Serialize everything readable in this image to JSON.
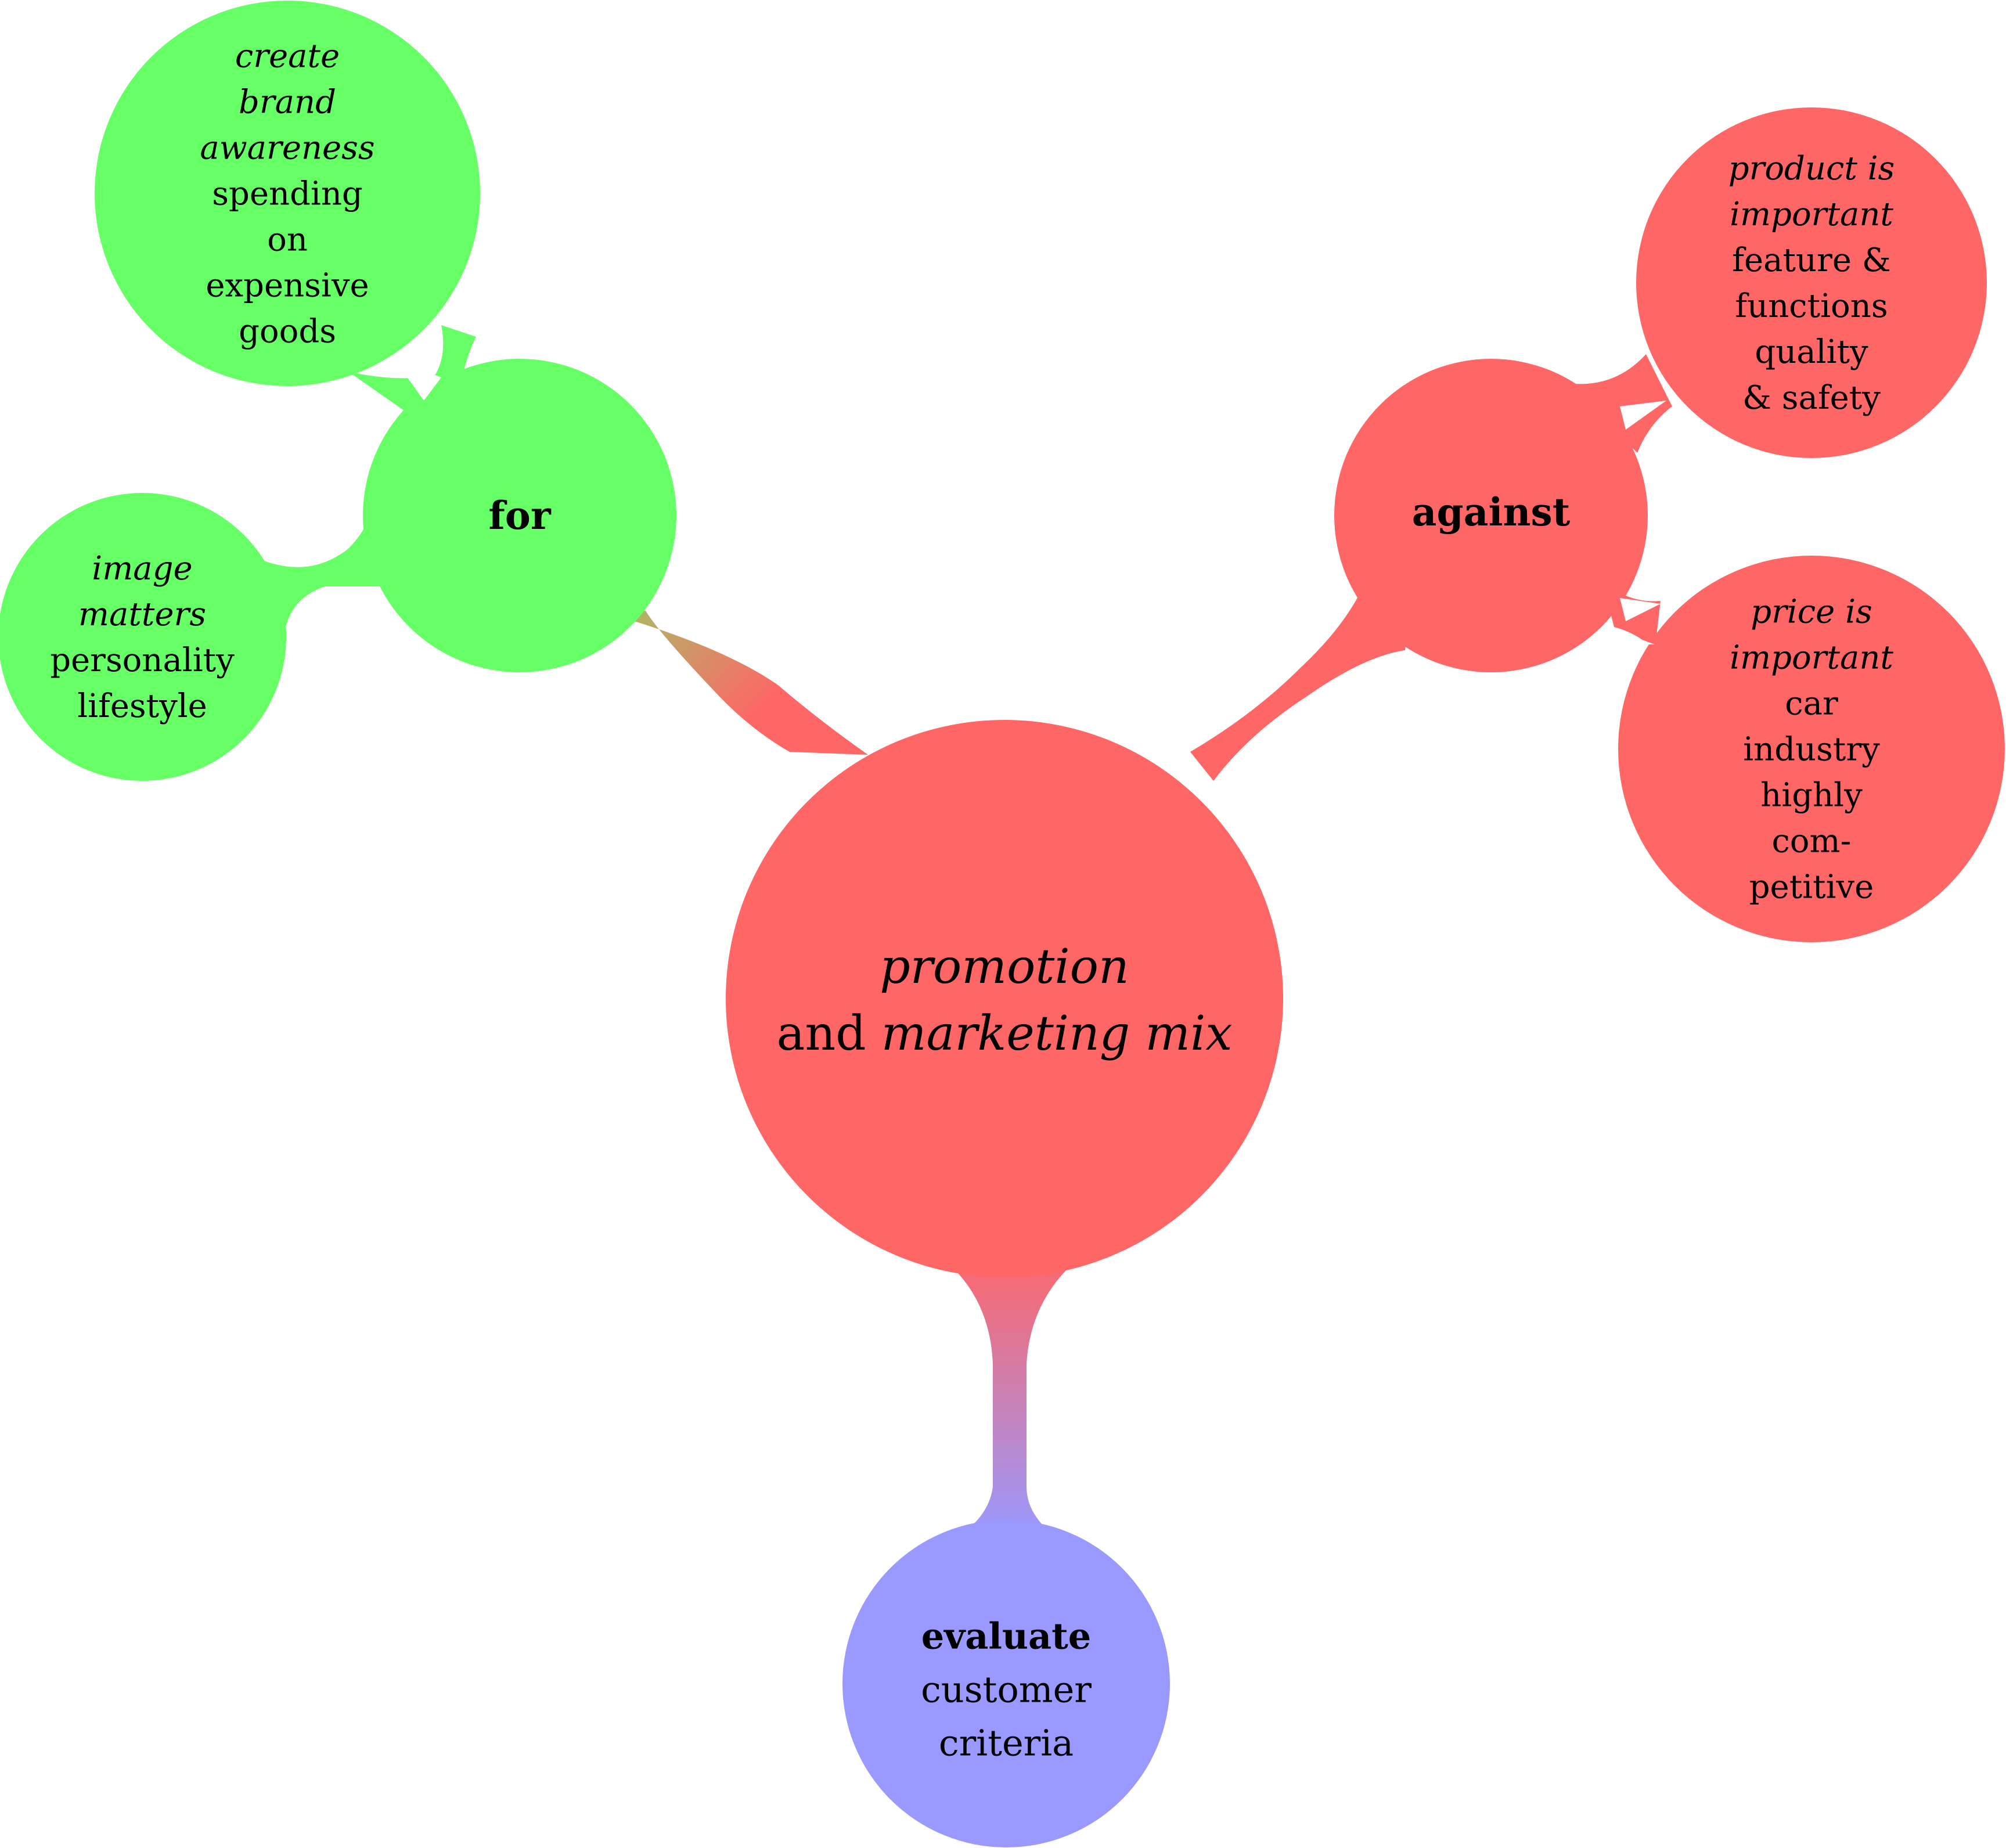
{
  "colors": {
    "red": "#ff6666",
    "green": "#66ff66",
    "blue": "#9999ff",
    "text": "#000000",
    "background": "#ffffff"
  },
  "center": {
    "lines": [
      [
        {
          "text": "promotion",
          "style": "italic"
        }
      ],
      [
        {
          "text": "and ",
          "style": "normal"
        },
        {
          "text": "marketing mix",
          "style": "italic"
        }
      ]
    ]
  },
  "for": {
    "lines": [
      [
        {
          "text": "for",
          "style": "bold"
        }
      ]
    ],
    "children": [
      {
        "key": "brand-awareness",
        "lines": [
          [
            {
              "text": "create",
              "style": "italic"
            }
          ],
          [
            {
              "text": "brand",
              "style": "italic"
            }
          ],
          [
            {
              "text": "awareness",
              "style": "italic"
            }
          ],
          [
            {
              "text": "spending",
              "style": "normal"
            }
          ],
          [
            {
              "text": "on",
              "style": "normal"
            }
          ],
          [
            {
              "text": "expensive",
              "style": "normal"
            }
          ],
          [
            {
              "text": "goods",
              "style": "normal"
            }
          ]
        ]
      },
      {
        "key": "image-matters",
        "lines": [
          [
            {
              "text": "image",
              "style": "italic"
            }
          ],
          [
            {
              "text": "matters",
              "style": "italic"
            }
          ],
          [
            {
              "text": "personality",
              "style": "normal"
            }
          ],
          [
            {
              "text": "lifestyle",
              "style": "normal"
            }
          ]
        ]
      }
    ]
  },
  "against": {
    "lines": [
      [
        {
          "text": "against",
          "style": "bold"
        }
      ]
    ],
    "children": [
      {
        "key": "product-important",
        "lines": [
          [
            {
              "text": "product is",
              "style": "italic"
            }
          ],
          [
            {
              "text": "important",
              "style": "italic"
            }
          ],
          [
            {
              "text": "feature &",
              "style": "normal"
            }
          ],
          [
            {
              "text": "functions",
              "style": "normal"
            }
          ],
          [
            {
              "text": "quality",
              "style": "normal"
            }
          ],
          [
            {
              "text": "& safety",
              "style": "normal"
            }
          ]
        ]
      },
      {
        "key": "price-important",
        "lines": [
          [
            {
              "text": "price is",
              "style": "italic"
            }
          ],
          [
            {
              "text": "important",
              "style": "italic"
            }
          ],
          [
            {
              "text": "car",
              "style": "normal"
            }
          ],
          [
            {
              "text": "industry",
              "style": "normal"
            }
          ],
          [
            {
              "text": "highly",
              "style": "normal"
            }
          ],
          [
            {
              "text": "com-",
              "style": "normal"
            }
          ],
          [
            {
              "text": "petitive",
              "style": "normal"
            }
          ]
        ]
      }
    ]
  },
  "evaluate": {
    "lines": [
      [
        {
          "text": "evaluate",
          "style": "bold"
        }
      ],
      [
        {
          "text": "customer",
          "style": "normal"
        }
      ],
      [
        {
          "text": "criteria",
          "style": "normal"
        }
      ]
    ]
  }
}
